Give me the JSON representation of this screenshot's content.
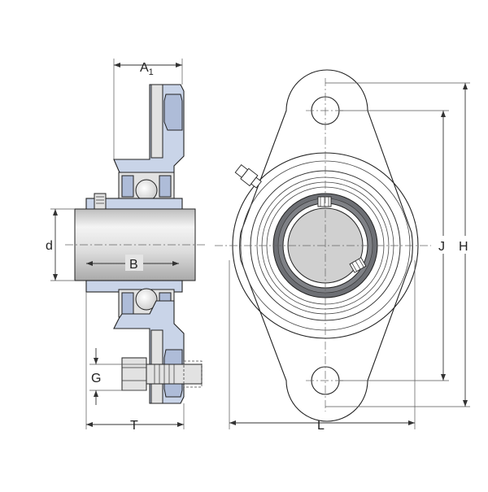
{
  "dimensions": {
    "A1": {
      "main": "A",
      "sub": "1"
    },
    "d": "d",
    "B": "B",
    "G": "G",
    "T": "T",
    "L": "L",
    "J": "J",
    "H": "H"
  },
  "colors": {
    "housing_fill": "#c9d4e8",
    "housing_shadow": "#aebcd8",
    "steel_fill": "#e2e2e2",
    "bore_fill": "#d0d0d0",
    "line": "#222222"
  }
}
